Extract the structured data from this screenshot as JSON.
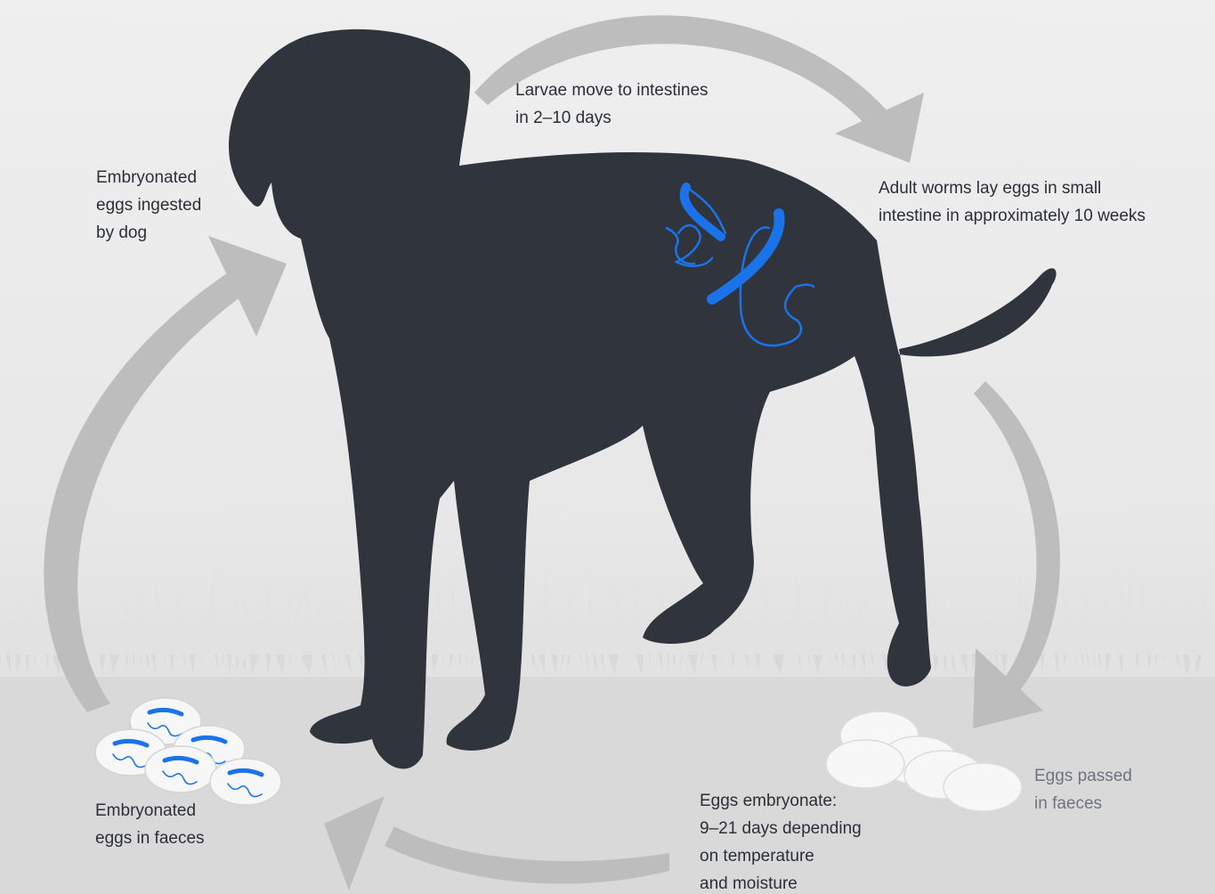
{
  "colors": {
    "background_top": "#eeeeee",
    "background_bottom": "#d6d6d6",
    "dog": "#30343d",
    "arrow": "#bdbdbd",
    "worm": "#1a73e8",
    "egg": "#f7f7f7",
    "label_text": "#2b2f38",
    "muted_text": "#6d7480"
  },
  "labels": {
    "larvae": [
      "Larvae move to intestines",
      "in 2–10 days"
    ],
    "adult": [
      "Adult worms lay eggs in small",
      "intestine in approximately 10 weeks"
    ],
    "ingested": [
      "Embryonated",
      "eggs ingested",
      "by dog"
    ],
    "faeces_embryonated": [
      "Embryonated",
      "eggs in faeces"
    ],
    "embryonate": [
      "Eggs embryonate:",
      "9–21 days depending",
      "on temperature",
      "and moisture"
    ],
    "passed": [
      "Eggs passed",
      "in faeces"
    ]
  }
}
